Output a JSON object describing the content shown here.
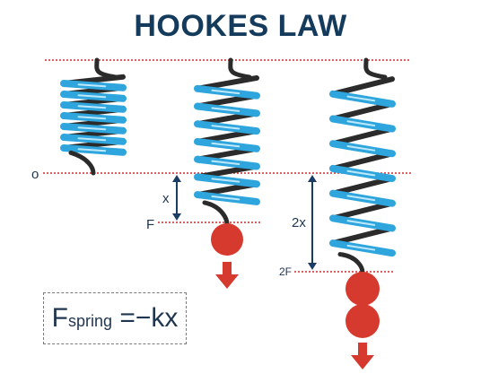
{
  "title": "HOOKES LAW",
  "labels": {
    "origin": "o",
    "displacement_1": "x",
    "force_1": "F",
    "displacement_2": "2x",
    "force_2": "2F"
  },
  "formula": {
    "lhs_main": "F",
    "lhs_sub": "spring",
    "rhs": " =−kx"
  },
  "colors": {
    "title": "#143a5c",
    "spring_blue": "#2ea6dd",
    "spring_dark": "#2b2b2b",
    "mass_red": "#d63a2e",
    "guide_line": "#d42a2a",
    "arrow_navy": "#1b3d63"
  }
}
